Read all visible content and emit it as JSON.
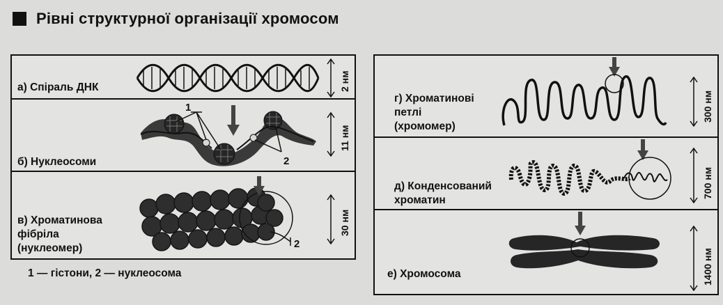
{
  "title": "Рівні структурної організації хромосом",
  "levels": {
    "a": {
      "label": "а) Спіраль ДНК",
      "scale": "2 нм"
    },
    "b": {
      "label": "б) Нуклеосоми",
      "scale": "11 нм"
    },
    "c": {
      "label": "в) Хроматинова\nфібріла\n(нуклеомер)",
      "scale": "30 нм"
    },
    "d": {
      "label": "г) Хроматинові\nпетлі\n(хромомер)",
      "scale": "300 нм"
    },
    "e": {
      "label": "д) Конденсований\nхроматин",
      "scale": "700 нм"
    },
    "f": {
      "label": "е) Хромосома",
      "scale": "1400 нм"
    }
  },
  "callouts": {
    "histones": "1",
    "nucleosome": "2"
  },
  "legend": "1 — гістони, 2 — нуклеосома",
  "colors": {
    "ink": "#111111",
    "page": "#dcdcda",
    "panel": "#e3e3e1",
    "blob": "#3a3a3a",
    "dark": "#262626"
  }
}
